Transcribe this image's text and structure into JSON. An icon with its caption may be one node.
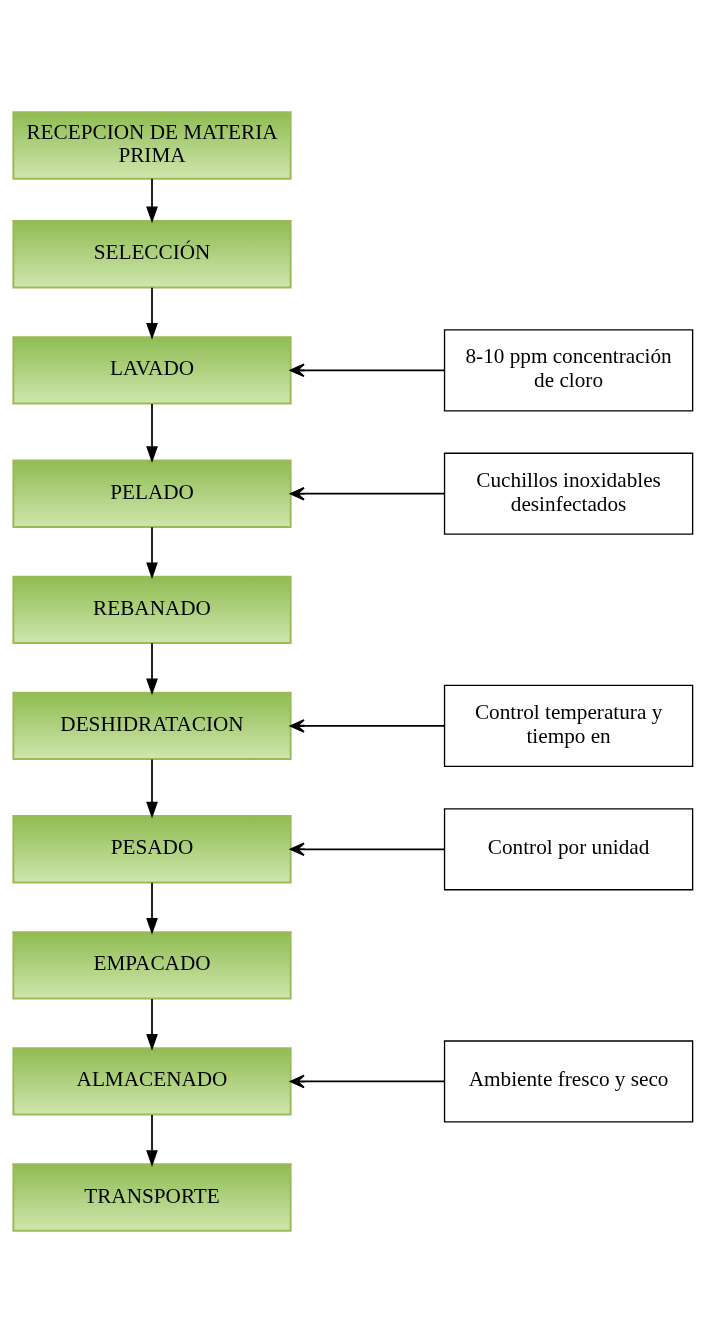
{
  "diagram": {
    "nodes": [
      {
        "text": [
          "RECEPCION DE MATERIA PRIMA"
        ]
      },
      {
        "text": [
          "SELECCIÓN"
        ]
      },
      {
        "text": [
          "LAVADO"
        ]
      },
      {
        "text": [
          "8-10 ppm concentración de cloro"
        ]
      },
      {
        "text": [
          "PELADO"
        ]
      },
      {
        "text": [
          "Cuchillos inoxidables desinfectados"
        ]
      },
      {
        "text": [
          "REBANADO"
        ]
      },
      {
        "text": [
          "DESHIDRATACION"
        ]
      },
      {
        "text": [
          "Control temperatura y tiempo en"
        ]
      },
      {
        "text": [
          "PESADO"
        ]
      },
      {
        "text": [
          "Control por unidad"
        ]
      },
      {
        "text": [
          "EMPACADO"
        ]
      },
      {
        "text": [
          "ALMACENADO"
        ]
      },
      {
        "text": [
          "Ambiente fresco y seco"
        ]
      },
      {
        "text": [
          "TRANSPORTE"
        ]
      }
    ],
    "edges": [
      {
        "from": 0,
        "to": 1,
        "arrow": "to"
      },
      {
        "from": 1,
        "to": 2,
        "arrow": "to"
      },
      {
        "from": 3,
        "to": 2,
        "arrow": "to"
      },
      {
        "from": 2,
        "to": 4,
        "arrow": "to"
      },
      {
        "from": 5,
        "to": 4,
        "arrow": "to"
      },
      {
        "from": 4,
        "to": 6,
        "arrow": "to"
      },
      {
        "from": 6,
        "to": 7,
        "arrow": "to"
      },
      {
        "from": 8,
        "to": 7,
        "arrow": "to"
      },
      {
        "from": 7,
        "to": 9,
        "arrow": "to"
      },
      {
        "from": 10,
        "to": 9,
        "arrow": "to"
      },
      {
        "from": 9,
        "to": 11,
        "arrow": "to"
      },
      {
        "from": 11,
        "to": 12,
        "arrow": "to"
      },
      {
        "from": 13,
        "to": 12,
        "arrow": "to"
      },
      {
        "from": 12,
        "to": 14,
        "arrow": "to"
      }
    ]
  }
}
